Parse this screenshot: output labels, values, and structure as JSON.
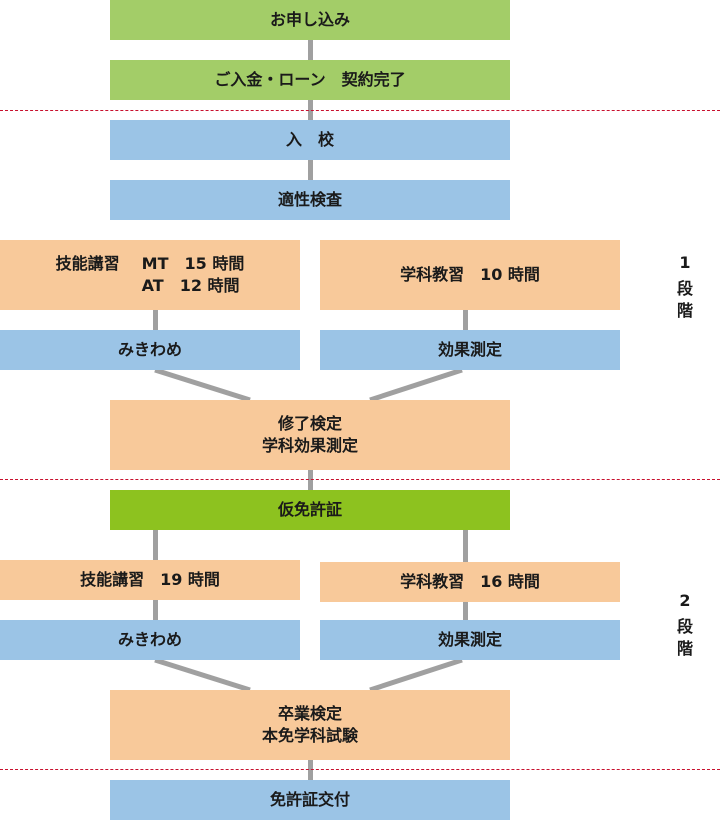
{
  "steps": {
    "application": "お申し込み",
    "payment": "ご入金・ローン　契約完了",
    "enrollment": "入　校",
    "aptitude": "適性検査",
    "stage1_practical_label": "技能講習",
    "stage1_practical_mt": "MT　15 時間",
    "stage1_practical_at": "AT　12 時間",
    "stage1_theory": "学科教習　10 時間",
    "stage1_mikiwame": "みきわめ",
    "stage1_test": "効果測定",
    "stage1_exam_line1": "修了検定",
    "stage1_exam_line2": "学科効果測定",
    "provisional_license": "仮免許証",
    "stage2_practical": "技能講習　19 時間",
    "stage2_theory": "学科教習　16 時間",
    "stage2_mikiwame": "みきわめ",
    "stage2_test": "効果測定",
    "stage2_exam_line1": "卒業検定",
    "stage2_exam_line2": "本免学科試験",
    "license_issue": "免許証交付"
  },
  "stages": [
    {
      "number": "1",
      "char1": "段",
      "char2": "階"
    },
    {
      "number": "2",
      "char1": "段",
      "char2": "階"
    }
  ],
  "colors": {
    "green": "#a3cd68",
    "dark_green": "#8dc21f",
    "blue": "#9bc4e6",
    "orange": "#f8c99a",
    "connector": "#a0a0a0",
    "divider": "#c8102e"
  }
}
